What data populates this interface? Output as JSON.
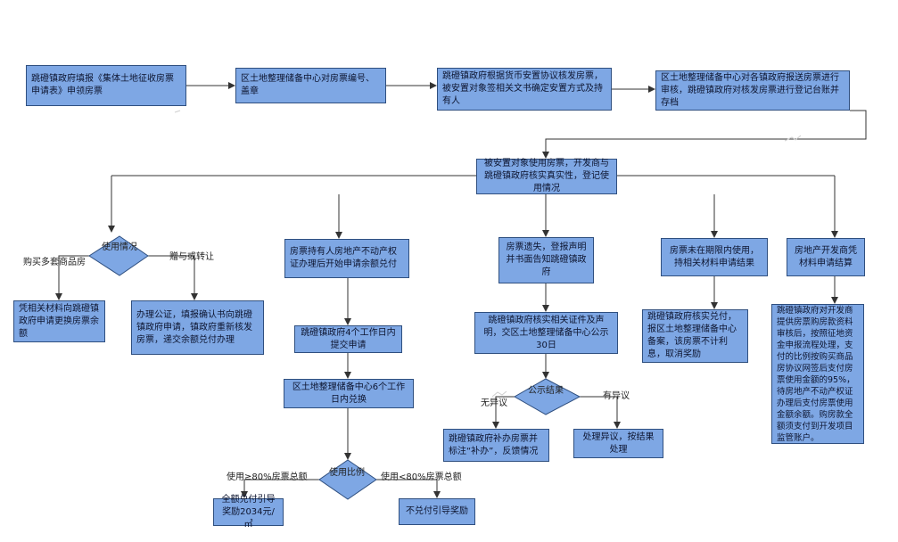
{
  "boxes": {
    "b1": "跳磴镇政府填报《集体土地征收房票申请表》申领房票",
    "b2": "区土地整理储备中心对房票编号、盖章",
    "b3": "跳磴镇政府根据货币安置协议核发房票，被安置对象签相关文书确定安置方式及持有人",
    "b4": "区土地整理储备中心对各镇政府报送房票进行审核，跳磴镇政府对核发房票进行登记台账并存档",
    "b5": "被安置对象使用房票，开发商与跳磴镇政府核实真实性，登记使用情况",
    "b6": "房票持有人房地产不动产权证办理后开始申请余额兑付",
    "b7": "房票遗失，登报声明并书面告知跳磴镇政府",
    "b8": "房票未在期限内使用，持相关材料申请结果",
    "b9": "房地产开发商凭材料申请结算",
    "b10": "凭相关材料向跳磴镇政府申请更换房票余额",
    "b11": "办理公证，填报确认书向跳磴镇政府申请，镇政府重新核发房票，递交余额兑付办理",
    "b12": "跳磴镇政府4个工作日内提交申请",
    "b13": "区土地整理储备中心6个工作日内兑换",
    "b14": "跳磴镇政府核实相关证件及声明，交区土地整理储备中心公示30日",
    "b15": "跳磴镇政府核实兑付，报区土地整理储备中心备案，该房票不计利息，取消奖励",
    "b16": "跳磴镇政府对开发商提供房票购房款资料审核后，按照征地资金申报流程处理，支付的比例按购买商品房协议网签后支付房票使用金额的95%，待房地产不动产权证办理后支付房票使用金额余额。购房款全额须支付到开发项目监管账户。",
    "b17": "跳磴镇政府补办房票并标注“补办”，反馈情况",
    "b18": "处理异议，按结果处理",
    "b19": "全额兑付引导奖励2034元/㎡",
    "b20": "不兑付引导奖励"
  },
  "decisions": {
    "d1": "使用情况",
    "d2": "公示结果",
    "d3": "使用比例"
  },
  "edges": {
    "e1": "购买多套商品房",
    "e2": "赠与或转让",
    "e3": "无异议",
    "e4": "有异议",
    "e5": "使用≥80%房票总额",
    "e6": "使用<80%房票总额"
  },
  "colors": {
    "box_fill": "#7ea7e4",
    "box_border": "#2f4f7f",
    "line": "#333333"
  }
}
